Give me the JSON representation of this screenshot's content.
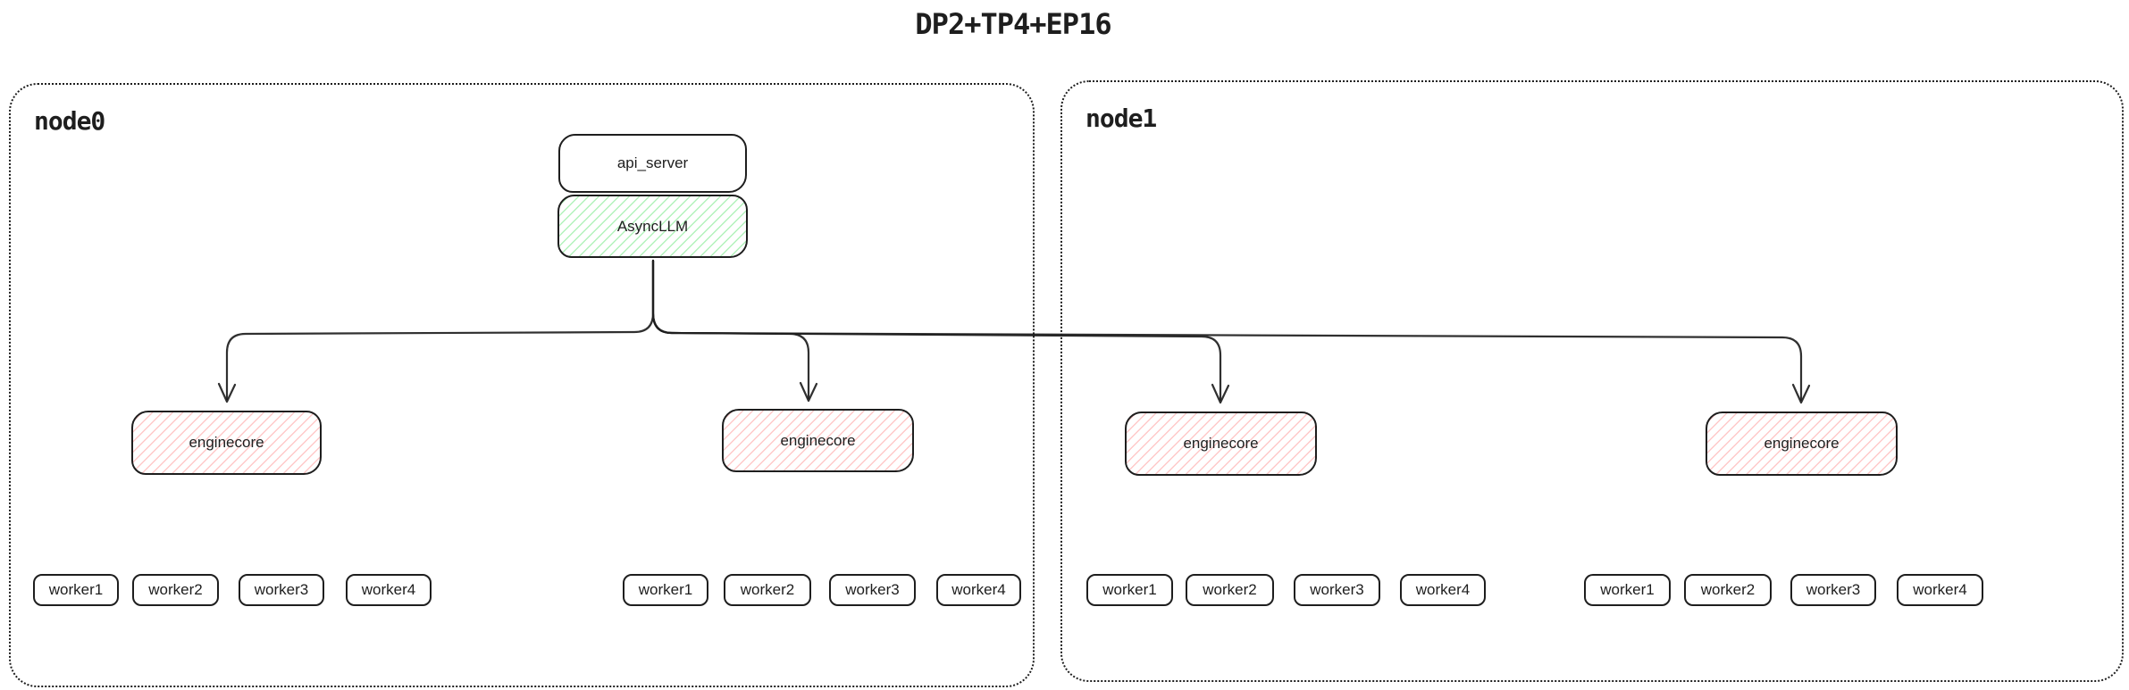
{
  "diagram": {
    "title": "DP2+TP4+EP16",
    "colors": {
      "stroke": "#1e1e1e",
      "asyncllm_hatch": "#b2f2bb",
      "enginecore_hatch": "#ffc9c9",
      "background": "#ffffff"
    },
    "nodes": [
      {
        "label": "node0",
        "api_server_label": "api_server",
        "asyncllm_label": "AsyncLLM",
        "groups": [
          {
            "enginecore_label": "enginecore",
            "workers": [
              "worker1",
              "worker2",
              "worker3",
              "worker4"
            ]
          },
          {
            "enginecore_label": "enginecore",
            "workers": [
              "worker1",
              "worker2",
              "worker3",
              "worker4"
            ]
          }
        ]
      },
      {
        "label": "node1",
        "groups": [
          {
            "enginecore_label": "enginecore",
            "workers": [
              "worker1",
              "worker2",
              "worker3",
              "worker4"
            ]
          },
          {
            "enginecore_label": "enginecore",
            "workers": [
              "worker1",
              "worker2",
              "worker3",
              "worker4"
            ]
          }
        ]
      }
    ]
  }
}
